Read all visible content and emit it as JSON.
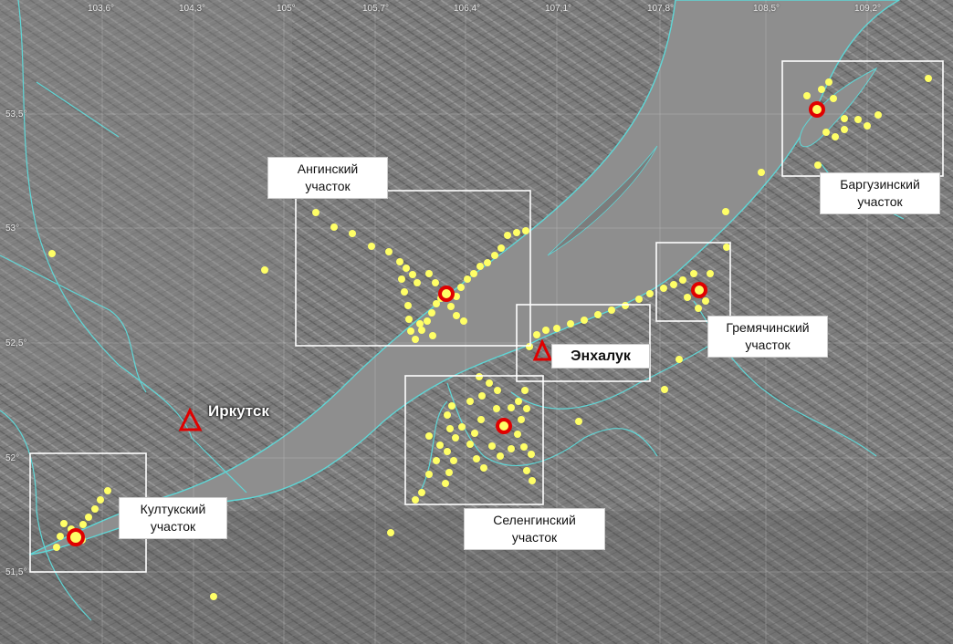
{
  "lon_ticks": [
    "103,6°",
    "104,3°",
    "105°",
    "105,7°",
    "106,4°",
    "107,1°",
    "107,8°",
    "108,5°",
    "109,2°"
  ],
  "lat_ticks": [
    "53,5°",
    "53°",
    "52,5°",
    "52°",
    "51,5°"
  ],
  "sites": [
    {
      "id": "angin",
      "name": "Ангинский участок"
    },
    {
      "id": "barguzin",
      "name": "Баргузинский участок"
    },
    {
      "id": "gremyach",
      "name": "Гремячинский участок"
    },
    {
      "id": "selenga",
      "name": "Селенгинский участок"
    },
    {
      "id": "kultuk",
      "name": "Култукский участок"
    }
  ],
  "cities": [
    {
      "id": "irkutsk",
      "name": "Иркутск"
    },
    {
      "id": "enkhaluk",
      "name": "Энхалук"
    }
  ],
  "colors": {
    "terrain": "#7a7a7a",
    "lake": "#8f8f8f",
    "rivers": "#5fd6d6",
    "points": "#ffff66",
    "station_ring": "#e00000",
    "boxes": "#ffffff"
  }
}
